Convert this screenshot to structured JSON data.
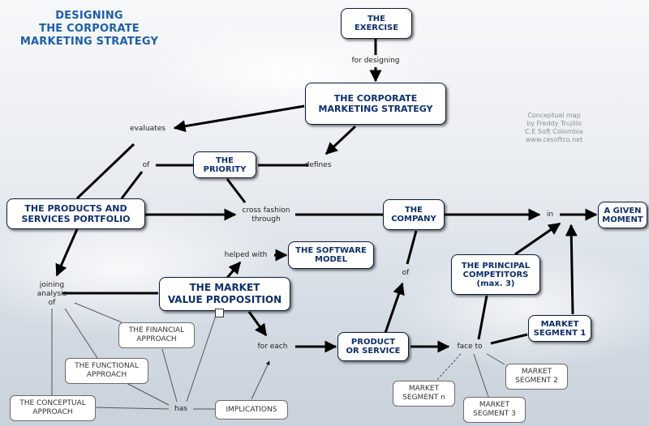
{
  "title": "DESIGNING\nTHE CORPORATE\nMARKETING STRATEGY",
  "credit": "Conceptual map\nby Freddy Trujillo\nC.E Soft Colombia\nwww.cesoftco.net",
  "concepts": {
    "exercise": "THE\nEXERCISE",
    "corporate_strategy": "THE CORPORATE\nMARKETING STRATEGY",
    "priority": "THE\nPRIORITY",
    "portfolio": "THE PRODUCTS AND\nSERVICES PORTFOLIO",
    "company": "THE\nCOMPANY",
    "given_moment": "A GIVEN\nMOMENT",
    "software_model": "THE SOFTWARE\nMODEL",
    "value_proposition": "THE MARKET\nVALUE PROPOSITION",
    "principal_competitors": "THE PRINCIPAL\nCOMPETITORS\n(max. 3)",
    "product_or_service": "PRODUCT\nOR SERVICE",
    "market_segment_1": "MARKET\nSEGMENT 1"
  },
  "plain_concepts": {
    "financial": "THE FINANCIAL\nAPPROACH",
    "functional": "THE FUNCTIONAL\nAPPROACH",
    "conceptual": "THE CONCEPTUAL\nAPPROACH",
    "implications": "IMPLICATIONS",
    "segment_n": "MARKET\nSEGMENT n",
    "segment_2": "MARKET\nSEGMENT 2",
    "segment_3": "MARKET\nSEGMENT 3"
  },
  "phrases": {
    "for_designing": "for designing",
    "evaluates": "evaluates",
    "of_priority": "of",
    "defines": "defines",
    "cross_fashion": "cross fashion\nthrough",
    "in": "in",
    "helped_with": "helped with",
    "of_company": "of",
    "joining_analysis": "joining\nanalysis\nof",
    "for_each": "for each",
    "face_to": "face to",
    "has": "has"
  },
  "submap_icon": "icon"
}
